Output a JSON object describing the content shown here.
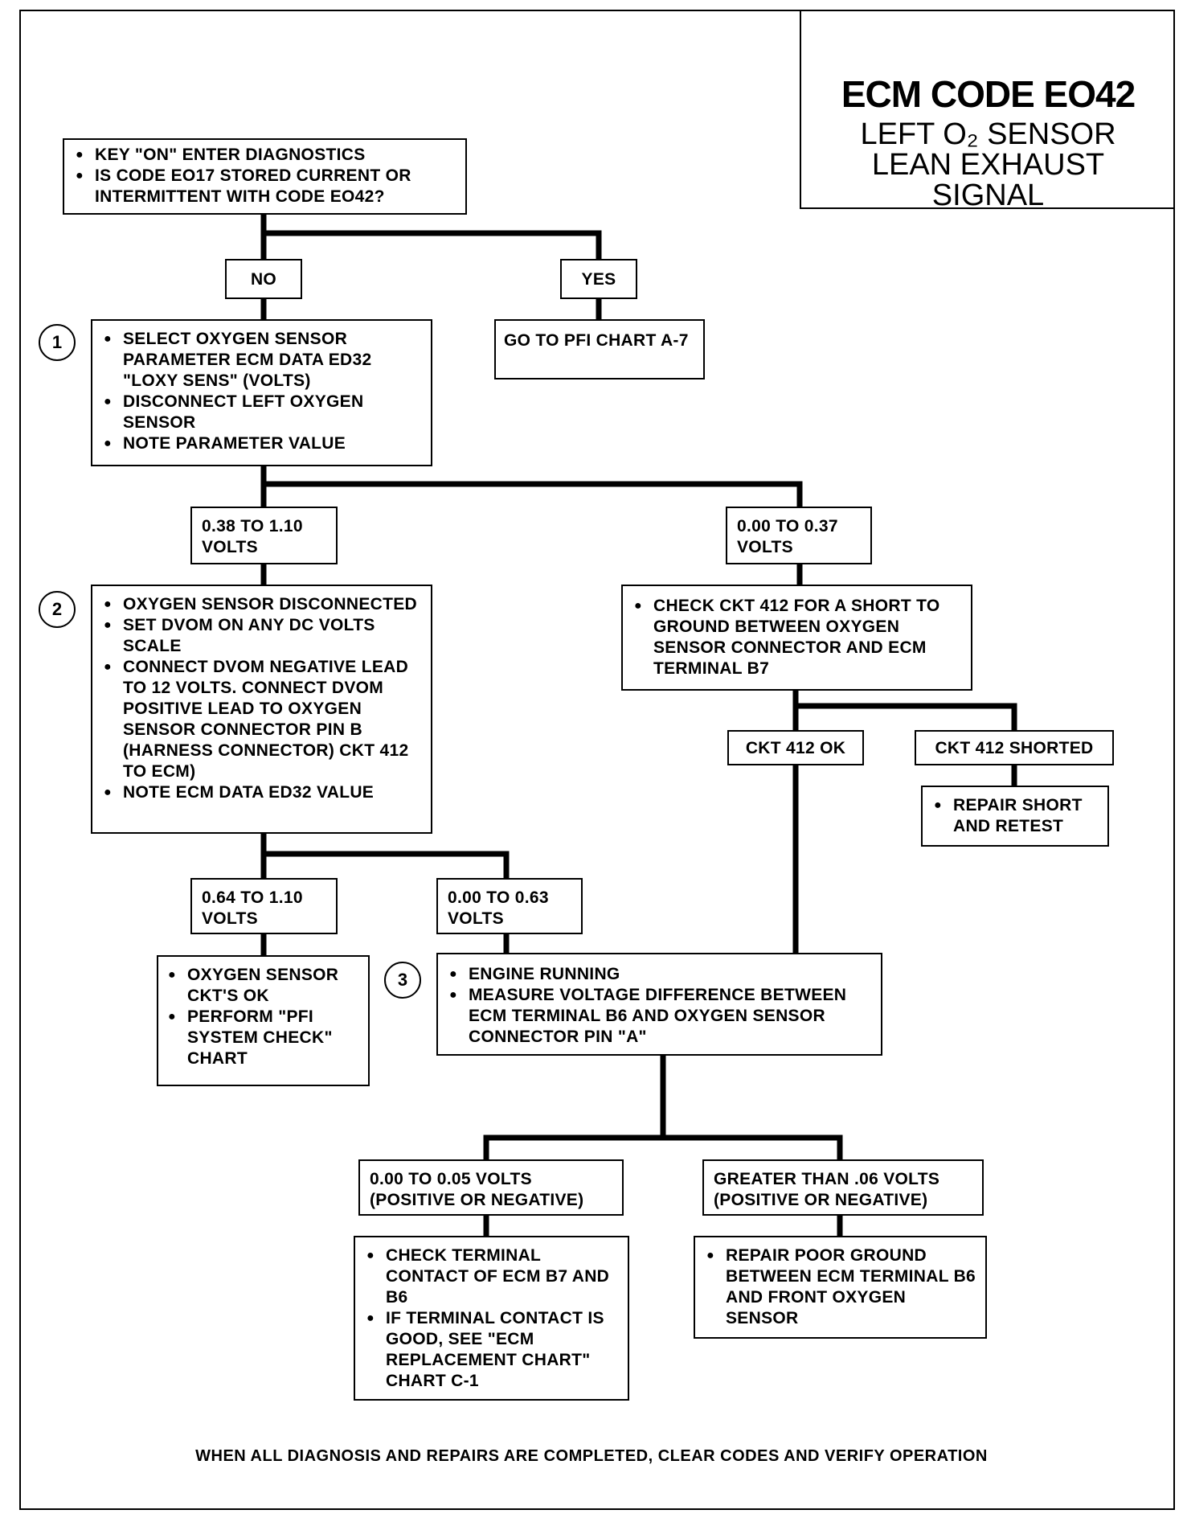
{
  "title": {
    "main": "ECM CODE EO42",
    "line1": "LEFT O₂ SENSOR",
    "line2": "LEAN EXHAUST",
    "line3": "SIGNAL"
  },
  "steps": {
    "start": [
      "KEY \"ON\" ENTER DIAGNOSTICS",
      "IS CODE EO17 STORED CURRENT OR INTERMITTENT WITH CODE EO42?"
    ],
    "no": "NO",
    "yes": "YES",
    "goto_a7": "GO TO PFI CHART A-7",
    "step1_number": "1",
    "step1": [
      "SELECT OXYGEN SENSOR PARAMETER ECM DATA ED32 \"LOXY SENS\" (VOLTS)",
      "DISCONNECT LEFT OXYGEN SENSOR",
      "NOTE PARAMETER VALUE"
    ],
    "range_high": "0.38 TO 1.10 VOLTS",
    "range_low": "0.00 TO 0.37 VOLTS",
    "step2_number": "2",
    "step2": [
      "OXYGEN SENSOR DISCONNECTED",
      "SET DVOM ON ANY DC VOLTS SCALE",
      "CONNECT DVOM NEGATIVE LEAD TO 12 VOLTS. CONNECT DVOM POSITIVE LEAD TO OXYGEN SENSOR CONNECTOR PIN B (HARNESS CONNECTOR) CKT 412 TO ECM)",
      "NOTE ECM DATA ED32 VALUE"
    ],
    "check_412": [
      "CHECK CKT 412 FOR A SHORT TO GROUND BETWEEN OXYGEN SENSOR CONNECTOR AND ECM TERMINAL B7"
    ],
    "ckt_ok": "CKT 412 OK",
    "ckt_shorted": "CKT 412 SHORTED",
    "repair_short": [
      "REPAIR SHORT AND RETEST"
    ],
    "range2_high": "0.64 TO 1.10 VOLTS",
    "range2_low": "0.00 TO 0.63 VOLTS",
    "sensor_ok": [
      "OXYGEN SENSOR CKT'S OK",
      "PERFORM \"PFI SYSTEM CHECK\" CHART"
    ],
    "step3_number": "3",
    "step3": [
      "ENGINE RUNNING",
      "MEASURE VOLTAGE DIFFERENCE BETWEEN ECM TERMINAL B6 AND OXYGEN SENSOR CONNECTOR PIN \"A\""
    ],
    "range3_low": "0.00 TO 0.05 VOLTS (POSITIVE OR NEGATIVE)",
    "range3_high": "GREATER THAN .06 VOLTS (POSITIVE OR NEGATIVE)",
    "check_terminal": [
      "CHECK TERMINAL CONTACT OF ECM B7 AND B6",
      "IF TERMINAL CONTACT IS GOOD, SEE \"ECM REPLACEMENT CHART\" CHART C-1"
    ],
    "repair_ground": [
      "REPAIR POOR GROUND BETWEEN ECM TERMINAL B6 AND FRONT OXYGEN SENSOR"
    ]
  },
  "footer": "WHEN ALL DIAGNOSIS AND REPAIRS ARE COMPLETED, CLEAR CODES AND VERIFY OPERATION"
}
